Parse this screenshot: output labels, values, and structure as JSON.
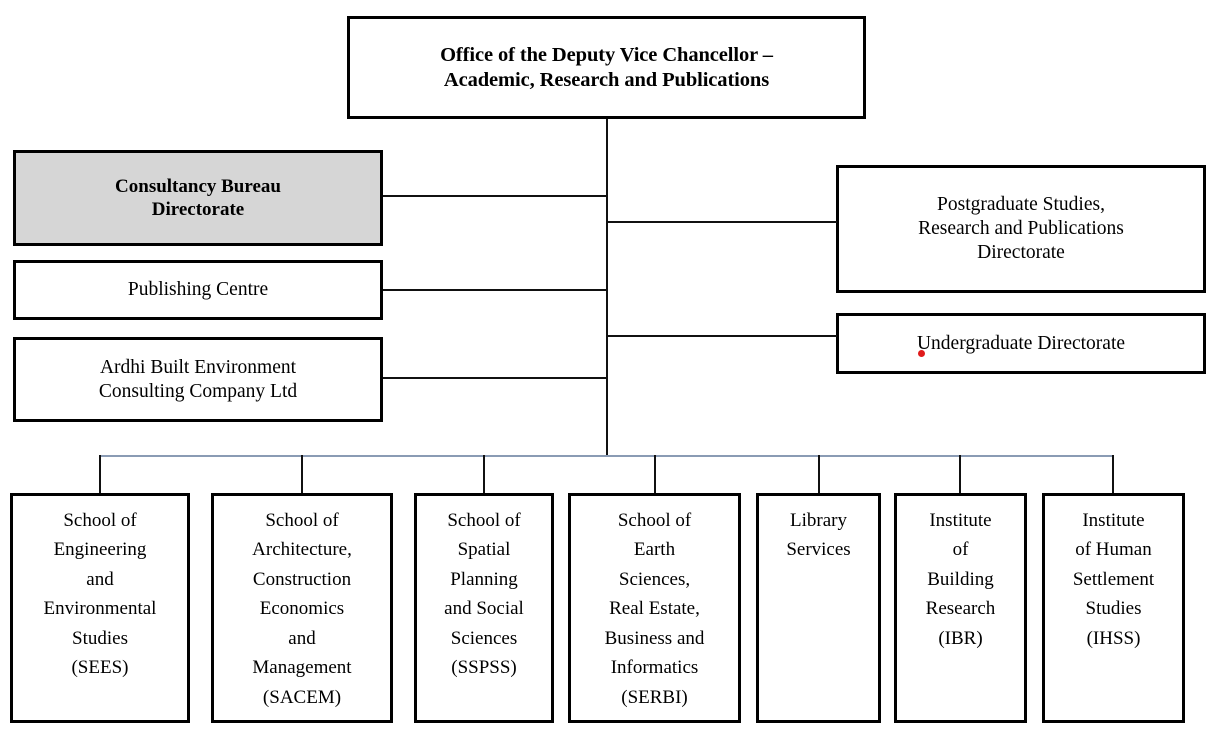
{
  "chart_data": {
    "type": "diagram",
    "title": "Office of the Deputy Vice Chancellor – Academic, Research and Publications organisational chart",
    "orientation": "top-down org chart with left branch, right branch and bottom bus",
    "root": "Office of the Deputy Vice Chancellor – Academic, Research and Publications",
    "left_branch": [
      "Consultancy Bureau Directorate",
      "Publishing Centre",
      "Ardhi Built Environment Consulting Company Ltd"
    ],
    "right_branch": [
      "Postgraduate Studies, Research and Publications Directorate",
      "Undergraduate Directorate"
    ],
    "bottom_units": [
      "School of Engineering and Environmental Studies (SEES)",
      "School of Architecture, Construction Economics and Management (SACEM)",
      "School of Spatial Planning and Social Sciences (SSPSS)",
      "School of Earth Sciences, Real Estate, Business and Informatics (SERBI)",
      "Library Services",
      "Institute of Building Research (IBR)",
      "Institute of Human Settlement Studies (IHSS)"
    ]
  },
  "colors": {
    "box_border": "#000000",
    "highlight_fill": "#d6d6d6",
    "connector": "#111111",
    "bus_line": "#8a9bb4",
    "marker": "#e01b1b",
    "background": "#ffffff"
  },
  "root": {
    "label": "Office of the Deputy Vice Chancellor –\nAcademic, Research and Publications"
  },
  "left_nodes": [
    {
      "label": "Consultancy Bureau\nDirectorate"
    },
    {
      "label": "Publishing Centre"
    },
    {
      "label": "Ardhi Built Environment\nConsulting Company Ltd"
    }
  ],
  "right_nodes": [
    {
      "label": "Postgraduate Studies,\nResearch and Publications\nDirectorate"
    },
    {
      "label": "Undergraduate Directorate"
    }
  ],
  "leaf_nodes": [
    {
      "label": "School of\nEngineering\nand\nEnvironmental\nStudies\n(SEES)"
    },
    {
      "label": "School of\nArchitecture,\nConstruction\nEconomics\nand\nManagement\n(SACEM)"
    },
    {
      "label": "School of\nSpatial\nPlanning\nand Social\nSciences\n(SSPSS)"
    },
    {
      "label": "School of\nEarth\nSciences,\nReal Estate,\nBusiness and\nInformatics\n(SERBI)"
    },
    {
      "label": "Library\nServices"
    },
    {
      "label": "Institute\nof\nBuilding\nResearch\n(IBR)"
    },
    {
      "label": "Institute\nof Human\nSettlement\nStudies\n(IHSS)"
    }
  ]
}
